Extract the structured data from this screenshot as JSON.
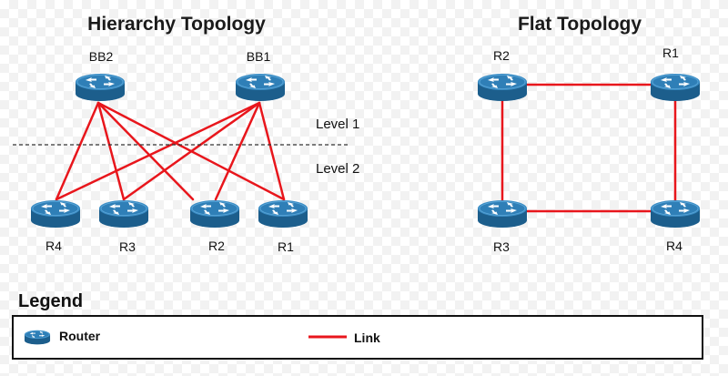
{
  "hierarchy": {
    "title": "Hierarchy Topology",
    "level1_label": "Level 1",
    "level2_label": "Level 2",
    "nodes": {
      "bb2": "BB2",
      "bb1": "BB1",
      "r4": "R4",
      "r3": "R3",
      "r2": "R2",
      "r1": "R1"
    }
  },
  "flat": {
    "title": "Flat Topology",
    "nodes": {
      "r2": "R2",
      "r1": "R1",
      "r3": "R3",
      "r4": "R4"
    }
  },
  "legend": {
    "title": "Legend",
    "router_label": "Router",
    "link_label": "Link"
  },
  "colors": {
    "link": "#e8161c",
    "router_body": "#2f7fb7",
    "router_dark": "#1c5e8c",
    "divider": "#333333"
  },
  "icons": {
    "router": "router-icon"
  }
}
